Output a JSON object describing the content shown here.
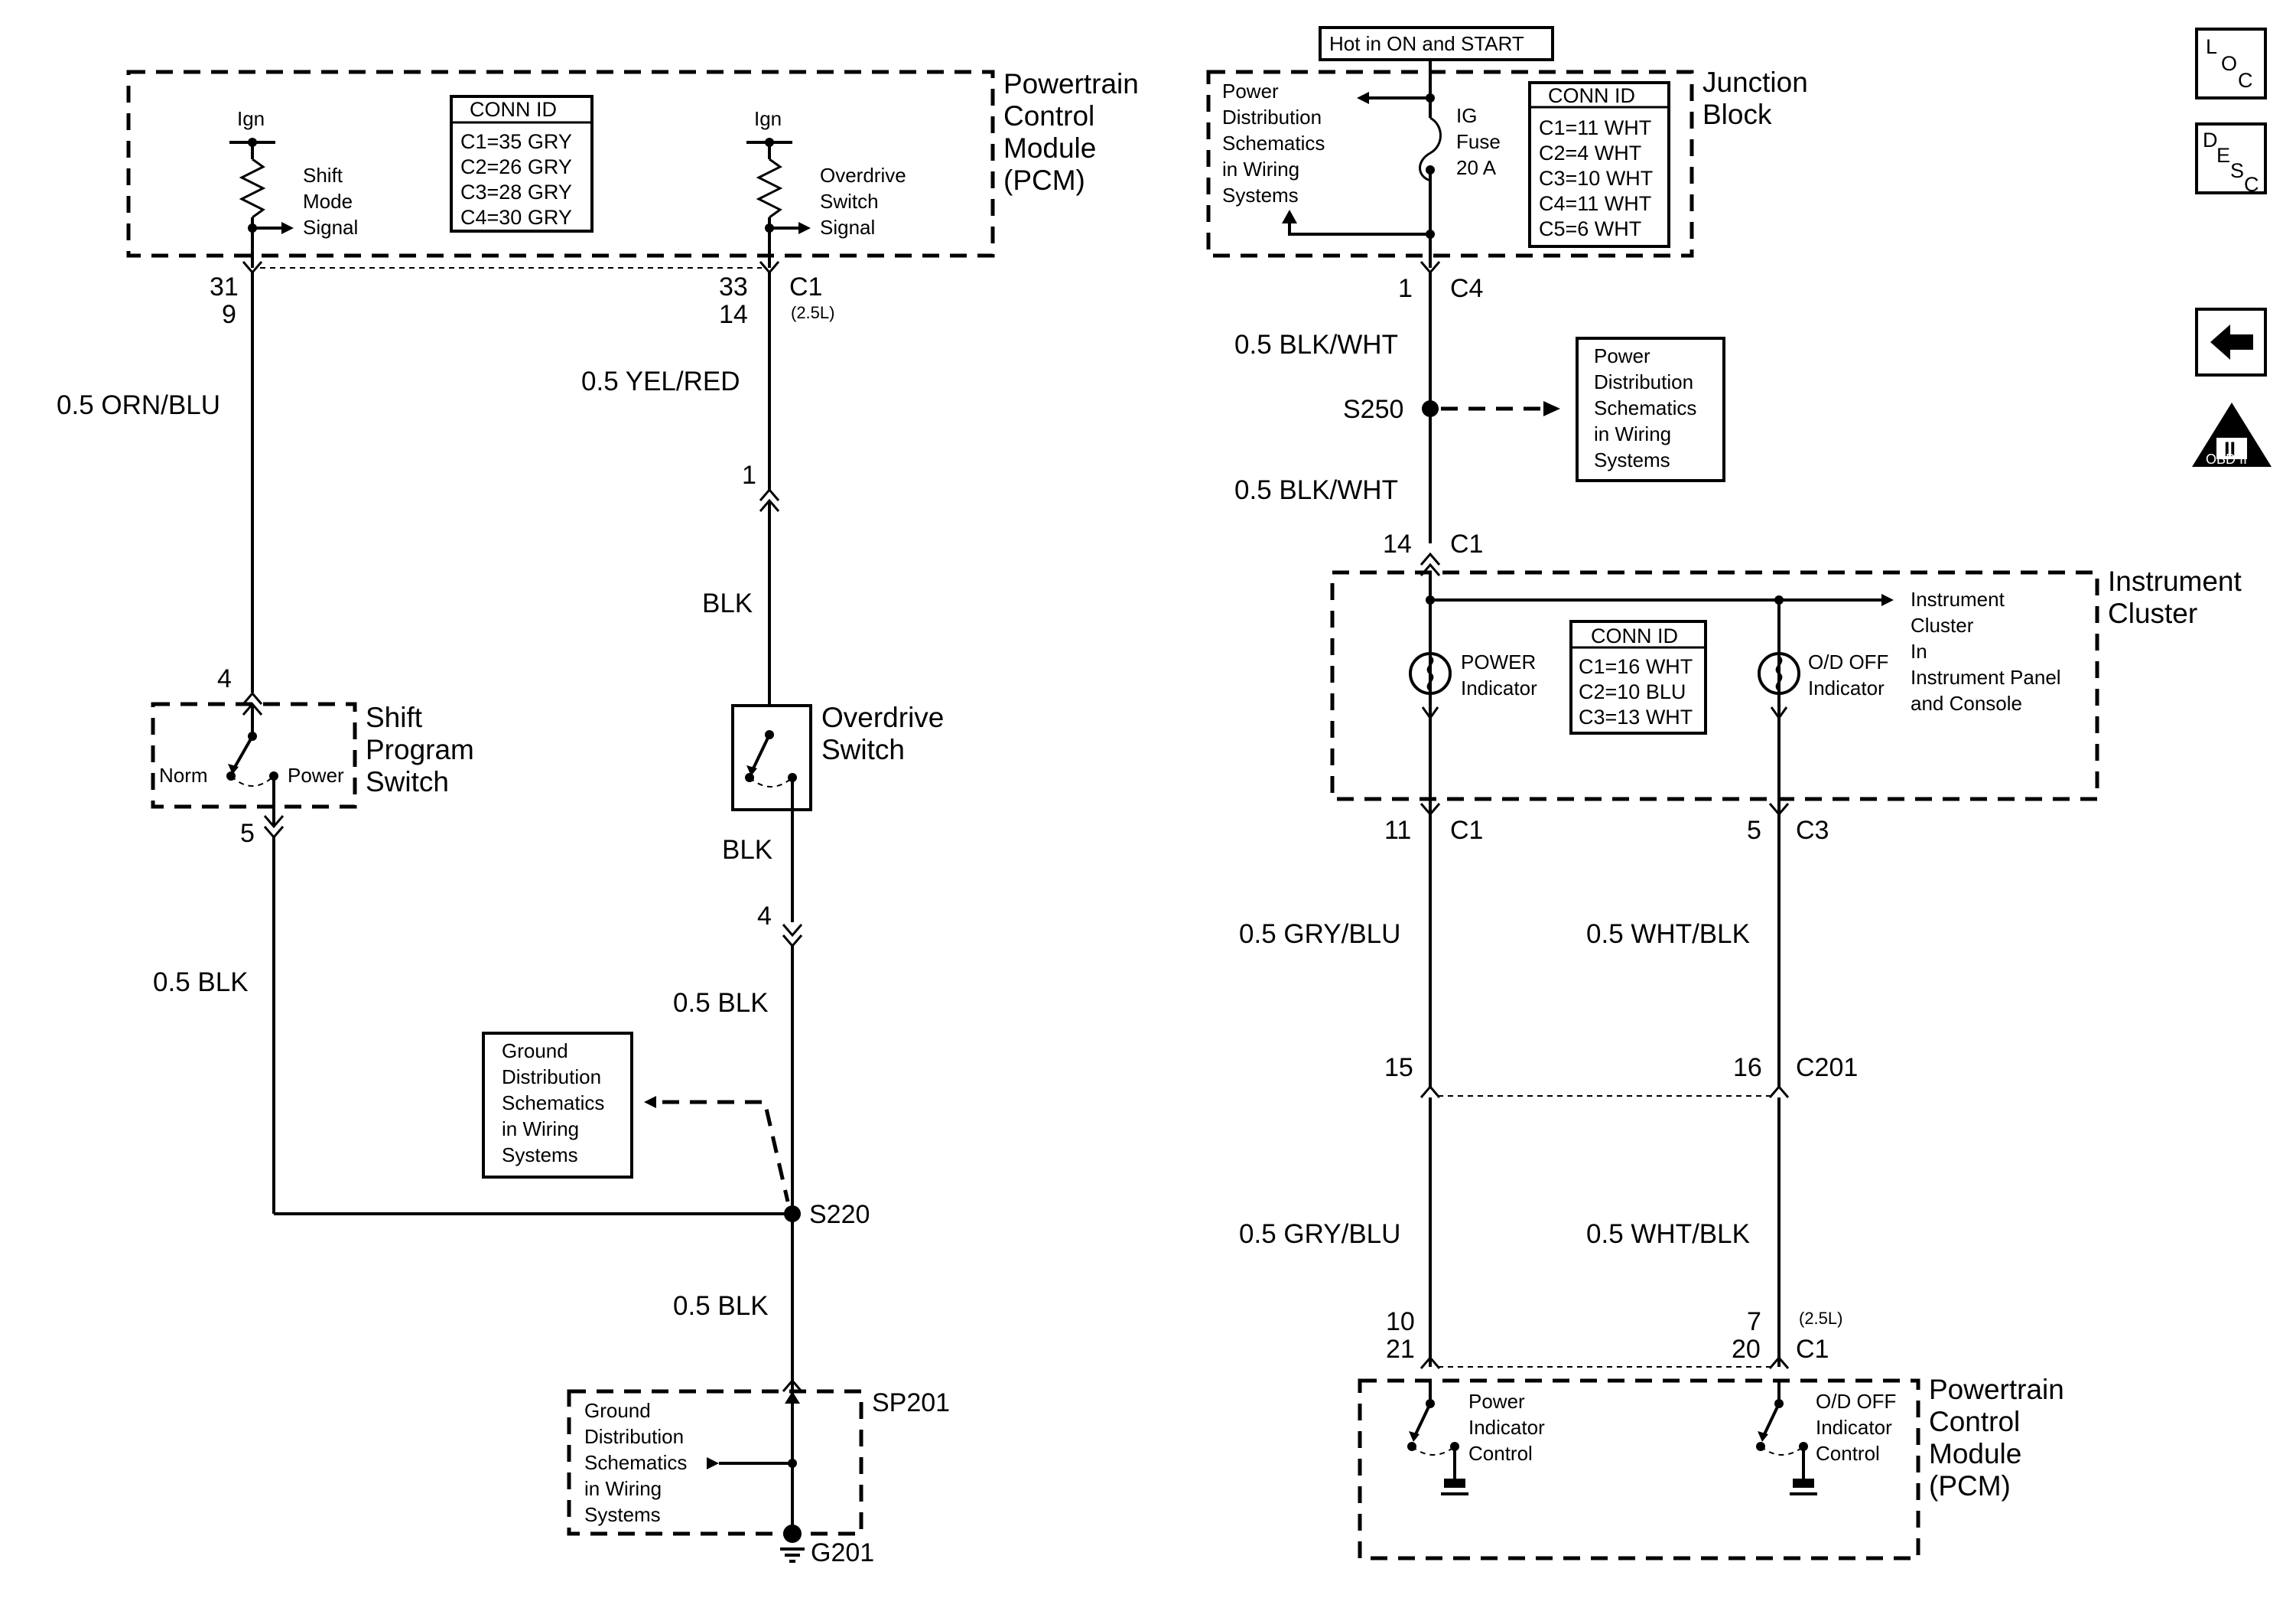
{
  "left": {
    "pcm": {
      "title": [
        "Powertrain",
        "Control",
        "Module",
        "(PCM)"
      ],
      "ign_left": "Ign",
      "ign_right": "Ign",
      "signal_left": [
        "Shift",
        "Mode",
        "Signal"
      ],
      "signal_right": [
        "Overdrive",
        "Switch",
        "Signal"
      ],
      "conn_header": "CONN ID",
      "conn_rows": [
        "C1=35 GRY",
        "C2=26 GRY",
        "C3=28 GRY",
        "C4=30 GRY"
      ]
    },
    "pins": {
      "p31": "31",
      "p9": "9",
      "p33": "33",
      "p14": "14",
      "c1": "C1",
      "engine": "(2.5L)",
      "p1": "1",
      "p4a": "4",
      "p5": "5",
      "p4b": "4"
    },
    "wires": {
      "orn_blu": "0.5 ORN/BLU",
      "yel_red": "0.5 YEL/RED",
      "blk1": "BLK",
      "blk2": "BLK",
      "blk_left": "0.5 BLK",
      "blk_right": "0.5 BLK",
      "blk_bottom": "0.5 BLK"
    },
    "shift_switch": {
      "title": [
        "Shift",
        "Program",
        "Switch"
      ],
      "norm": "Norm",
      "power": "Power"
    },
    "od_switch": {
      "title": [
        "Overdrive",
        "Switch"
      ]
    },
    "ground_box": [
      "Ground",
      "Distribution",
      "Schematics",
      "in Wiring",
      "Systems"
    ],
    "splice_s220": "S220",
    "sp201": {
      "label": "SP201",
      "text": [
        "Ground",
        "Distribution",
        "Schematics",
        "in Wiring",
        "Systems"
      ]
    },
    "g201": "G201"
  },
  "right": {
    "hot_label": "Hot in ON and START",
    "junction": {
      "title": [
        "Junction",
        "Block"
      ],
      "power_dist": [
        "Power",
        "Distribution",
        "Schematics",
        "in Wiring",
        "Systems"
      ],
      "fuse": [
        "IG",
        "Fuse",
        "20 A"
      ],
      "conn_header": "CONN ID",
      "conn_rows": [
        "C1=11 WHT",
        "C2=4 WHT",
        "C3=10 WHT",
        "C4=11 WHT",
        "C5=6 WHT"
      ]
    },
    "pins": {
      "p1": "1",
      "c4": "C4",
      "p14": "14",
      "c1a": "C1",
      "p11": "11",
      "c1b": "C1",
      "p5": "5",
      "c3": "C3",
      "p15": "15",
      "p16": "16",
      "c201": "C201",
      "p10": "10",
      "p21": "21",
      "p7": "7",
      "p20": "20",
      "c1c": "C1",
      "engine": "(2.5L)"
    },
    "wires": {
      "blk_wht_1": "0.5 BLK/WHT",
      "blk_wht_2": "0.5 BLK/WHT",
      "gry_blu_1": "0.5 GRY/BLU",
      "wht_blk_1": "0.5 WHT/BLK",
      "gry_blu_2": "0.5 GRY/BLU",
      "wht_blk_2": "0.5 WHT/BLK"
    },
    "s250": "S250",
    "power_dist_box": [
      "Power",
      "Distribution",
      "Schematics",
      "in Wiring",
      "Systems"
    ],
    "cluster": {
      "title": [
        "Instrument",
        "Cluster"
      ],
      "power_ind": [
        "POWER",
        "Indicator"
      ],
      "od_ind": [
        "O/D OFF",
        "Indicator"
      ],
      "conn_header": "CONN ID",
      "conn_rows": [
        "C1=16 WHT",
        "C2=10 BLU",
        "C3=13 WHT"
      ],
      "note": [
        "Instrument",
        "Cluster",
        "In",
        "Instrument Panel",
        "and Console"
      ]
    },
    "pcm": {
      "title": [
        "Powertrain",
        "Control",
        "Module",
        "(PCM)"
      ],
      "power_ctrl": [
        "Power",
        "Indicator",
        "Control"
      ],
      "od_ctrl": [
        "O/D OFF",
        "Indicator",
        "Control"
      ]
    }
  },
  "nav": {
    "loc": [
      "L",
      "O",
      "C"
    ],
    "desc": [
      "D",
      "E",
      "S",
      "C"
    ],
    "back_icon": "left-arrow-icon",
    "obd_mark": "II",
    "obd_label": "OBD II"
  }
}
